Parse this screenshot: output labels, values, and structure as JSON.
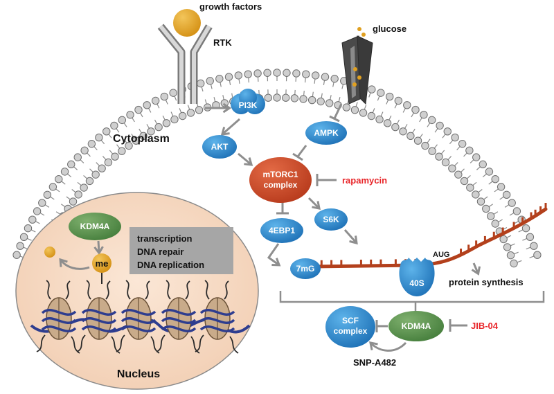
{
  "labels": {
    "growth_factors": "growth factors",
    "rtk": "RTK",
    "glucose": "glucose",
    "cytoplasm": "Cytoplasm",
    "pi3k": "PI3K",
    "akt": "AKT",
    "ampk": "AMPK",
    "mtorc1_line1": "mTORC1",
    "mtorc1_line2": "complex",
    "rapamycin": "rapamycin",
    "s6k": "S6K",
    "ebp1": "4EBP1",
    "mg7": "7mG",
    "aug": "AUG",
    "s40": "40S",
    "protein_synthesis": "protein synthesis",
    "kdm4a_nucleus": "KDM4A",
    "me": "me",
    "functions": [
      "transcription",
      "DNA repair",
      "DNA replication"
    ],
    "nucleus": "Nucleus",
    "scf_line1": "SCF",
    "scf_line2": "complex",
    "kdm4a_bottom": "KDM4A",
    "jib04": "JIB-04",
    "snp": "SNP-A482"
  },
  "colors": {
    "blue_node": "#1f77c0",
    "mtorc1": "#c4401f",
    "kdm4a": "#4f8a45",
    "gold": "#e0a020",
    "inhibitor_red": "#e8262a",
    "mrna": "#b3401c",
    "nucleus_fill": "#f7dcc6",
    "arrow_gray": "#8e8e8e"
  }
}
